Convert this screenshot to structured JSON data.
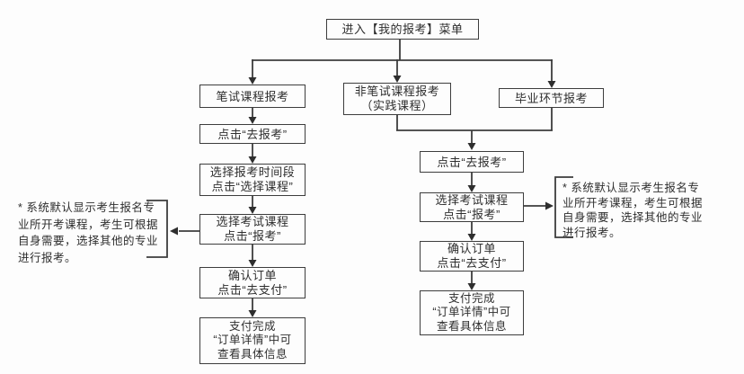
{
  "colors": {
    "line": "#3d3d3d",
    "box_border": "#3d3d3d",
    "text": "#2e2e2e",
    "background": "#fdfdfd"
  },
  "flow": {
    "start": {
      "label": "进入【我的报考】菜单"
    },
    "branches": [
      {
        "label": "笔试课程报考"
      },
      {
        "label": "非笔试课程报考\n（实践课程）"
      },
      {
        "label": "毕业环节报考"
      }
    ],
    "written_steps": [
      {
        "label": "点击“去报考”"
      },
      {
        "label": "选择报考时间段\n点击“选择课程”"
      },
      {
        "label": "选择考试课程\n点击“报考”"
      },
      {
        "label": "确认订单\n点击“去支付”"
      },
      {
        "label": "支付完成\n“订单详情”中可\n查看具体信息"
      }
    ],
    "merged_steps": [
      {
        "label": "点击“去报考”"
      },
      {
        "label": "选择考试课程\n点击“报考”"
      },
      {
        "label": "确认订单\n点击“去支付”"
      },
      {
        "label": "支付完成\n“订单详情”中可\n查看具体信息"
      }
    ],
    "left_note": {
      "text": "* 系统默认显示考生报名专\n业所开考课程，考生可根据\n自身需要，选择其他的专业\n进行报考。"
    },
    "right_note": {
      "text": "* 系统默认显示考生报名专\n业所开考课程，考生可根据\n自身需要，选择其他的专业\n进行报考。"
    }
  }
}
